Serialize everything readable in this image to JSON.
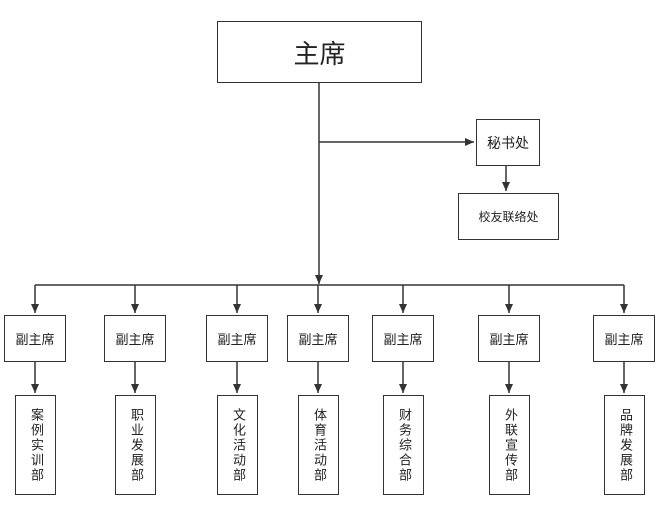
{
  "chairman": "主席",
  "secretariat": "秘书处",
  "alumni_office": "校友联络处",
  "vice_label": "副主席",
  "departments": [
    "案例实训部",
    "职业发展部",
    "文化活动部",
    "体育活动部",
    "财务综合部",
    "外联宣传部",
    "品牌发展部"
  ]
}
